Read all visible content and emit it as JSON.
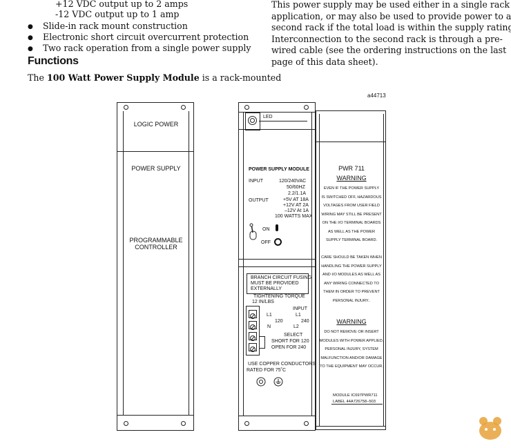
{
  "left_column": {
    "lines": [
      "+12 VDC output up to 2 amps",
      "-12 VDC output up to  1 amp"
    ],
    "bullets": [
      "Slide-in rack mount construction",
      "Electronic short circuit overcurrent protection",
      "Two rack operation from a single power supply"
    ],
    "heading": "Functions",
    "para_prefix": "The ",
    "para_bold": "100 Watt Power Supply Module",
    "para_suffix": " is a rack-mounted"
  },
  "right_column": {
    "lines": [
      "This power supply may be used either in a single rack",
      "application, or may also be used to provide power to a",
      "second rack if the total load is within the supply rating.",
      "Interconnection to the second rack is through a pre-",
      "wired cable (see the ordering instructions on the last",
      "page of this data sheet)."
    ]
  },
  "figure": {
    "figure_id": "a44713",
    "left_panel": {
      "logic_power": "LOGIC POWER",
      "power_supply": "POWER SUPPLY",
      "programmable": "PROGRAMMABLE",
      "controller": "CONTROLLER"
    },
    "middle_panel": {
      "led": "LED",
      "module_title": "POWER SUPPLY MODULE",
      "input_label": "INPUT",
      "input_values": [
        "120/240VAC",
        "50/60HZ",
        "2.2/1.1A"
      ],
      "output_label": "OUTPUT",
      "output_values": [
        "+5V AT 18A",
        "+12V AT 2A",
        "–12V At 1A",
        "100 WATTS MAX"
      ],
      "on": "ON",
      "off": "OFF",
      "fusing": [
        "BRANCH CIRCUIT FUSING",
        "MUST BE PROVIDED",
        "EXTERNALLY"
      ],
      "torque": [
        "TIGHTENING TORQUE",
        "12 IN/LBS"
      ],
      "input_small": "INPUT",
      "l1_left": "L1",
      "n_left": "N",
      "v120": "120",
      "l1_right": "L1",
      "v240": "240",
      "l2_right": "L2",
      "select": [
        "SELECT",
        "SHORT FOR 120",
        "OPEN FOR 240"
      ],
      "copper": [
        "USE COPPER CONDUCTORS",
        "RATED FOR 75˚C"
      ]
    },
    "right_panel": {
      "model": "PWR 711",
      "warning1": "WARNING",
      "warning1_lines": [
        "EVEN IF THE POWER SUPPLY",
        "IS SWITCHED OFF, HAZARDOUS",
        "VOLTAGES FROM USER FIELD",
        "WIRING MAY STILL BE PRESENT",
        "ON THE I/O TERMINAL BOARDS",
        "AS WELL AS THE POWER",
        "SUPPLY TERMINAL BOARD.",
        "",
        "CARE SHOULD BE TAKEN WHEN",
        "HANDLING THE POWER SUPPLY",
        "AND I/O MODULES AS WELL AS",
        "ANY WIRING CONNECTED TO",
        "THEM IN ORDER TO PREVENT",
        "PERSONAL INJURY.."
      ],
      "warning2": "WARNING",
      "warning2_lines": [
        "DO NOT REMOVE OR INSERT",
        "MODULES WITH POWER APPLIED.",
        "PERSONAL INJURY, SYSTEM",
        "MALFUNCTION AND/OR DAMAGE",
        "TO THE EQUIPMENT MAY OCCUR."
      ],
      "module_line": "MODULE  IC697PWR711",
      "label_line": "LABEL  44A726758–503"
    }
  },
  "colors": {
    "text": "#111111",
    "line": "#222222",
    "watermark": "#e8a23a"
  }
}
